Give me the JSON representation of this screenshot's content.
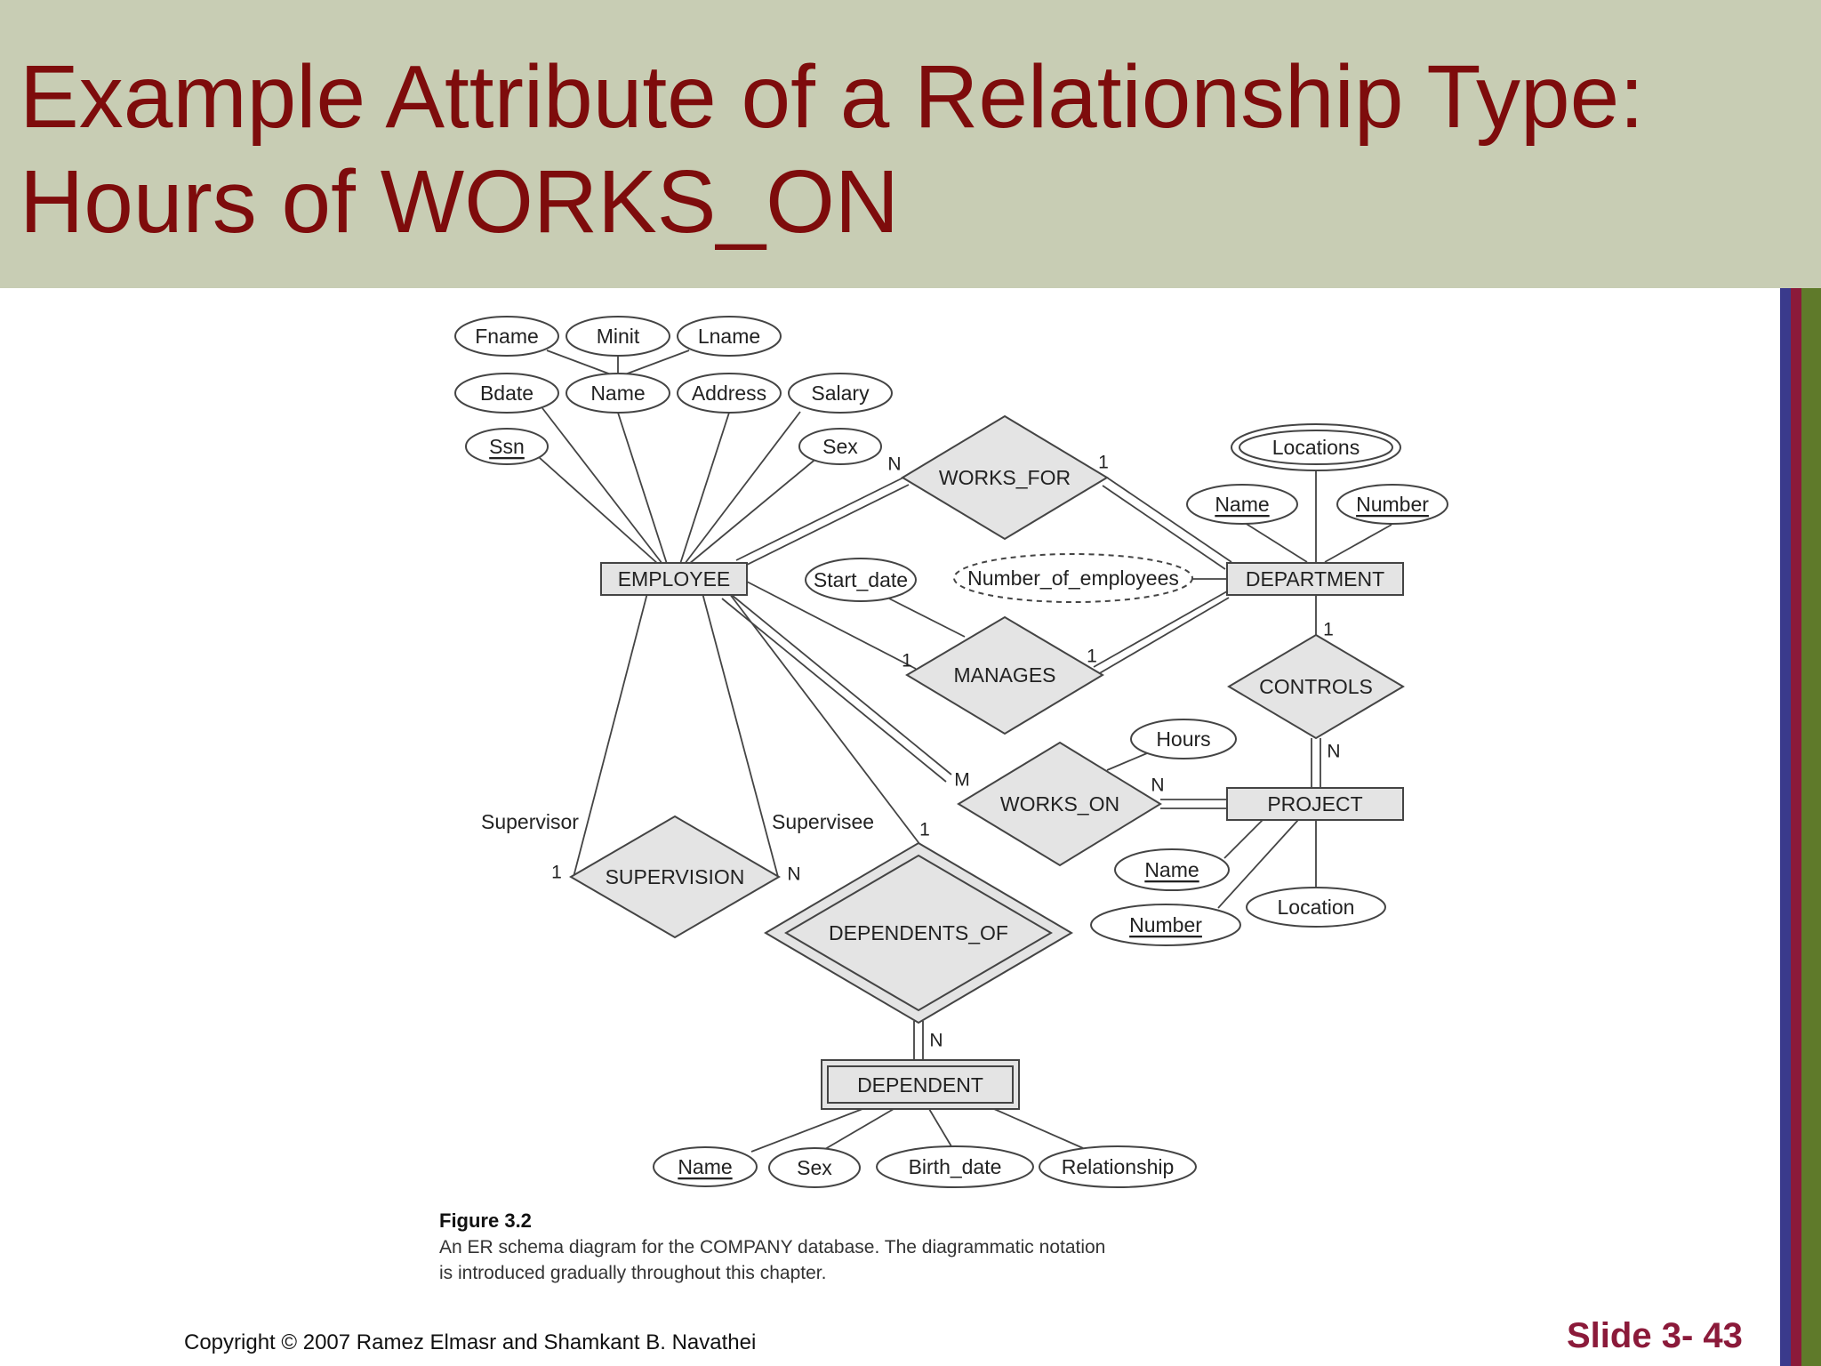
{
  "slide": {
    "title_line1": "Example Attribute of a Relationship Type:",
    "title_line2": "Hours of WORKS_ON",
    "copyright": "Copyright © 2007 Ramez Elmasr and Shamkant B. Navathei",
    "slide_number": "Slide 3- 43"
  },
  "figure": {
    "label": "Figure 3.2",
    "caption_line1": "An ER schema diagram for the COMPANY database. The diagrammatic notation",
    "caption_line2": "is introduced gradually throughout this chapter."
  },
  "entities": {
    "employee": "EMPLOYEE",
    "department": "DEPARTMENT",
    "project": "PROJECT",
    "dependent": "DEPENDENT"
  },
  "relationships": {
    "works_for": "WORKS_FOR",
    "manages": "MANAGES",
    "works_on": "WORKS_ON",
    "controls": "CONTROLS",
    "supervision": "SUPERVISION",
    "dependents_of": "DEPENDENTS_OF"
  },
  "attributes": {
    "fname": "Fname",
    "minit": "Minit",
    "lname": "Lname",
    "bdate": "Bdate",
    "emp_name": "Name",
    "address": "Address",
    "salary": "Salary",
    "ssn": "Ssn",
    "emp_sex": "Sex",
    "locations": "Locations",
    "dept_name": "Name",
    "dept_number": "Number",
    "start_date": "Start_date",
    "number_of_employees": "Number_of_employees",
    "hours": "Hours",
    "proj_name": "Name",
    "proj_number": "Number",
    "proj_location": "Location",
    "dep_name": "Name",
    "dep_sex": "Sex",
    "birth_date": "Birth_date",
    "relationship": "Relationship"
  },
  "cardinalities": {
    "works_for_emp": "N",
    "works_for_dept": "1",
    "manages_emp": "1",
    "manages_dept": "1",
    "works_on_emp": "M",
    "works_on_proj": "N",
    "controls_dept": "1",
    "controls_proj": "N",
    "supervision_supervisor": "1",
    "supervision_supervisee": "N",
    "dependents_of_emp": "1",
    "dependents_of_dep": "N"
  },
  "roles": {
    "supervisor": "Supervisor",
    "supervisee": "Supervisee"
  }
}
